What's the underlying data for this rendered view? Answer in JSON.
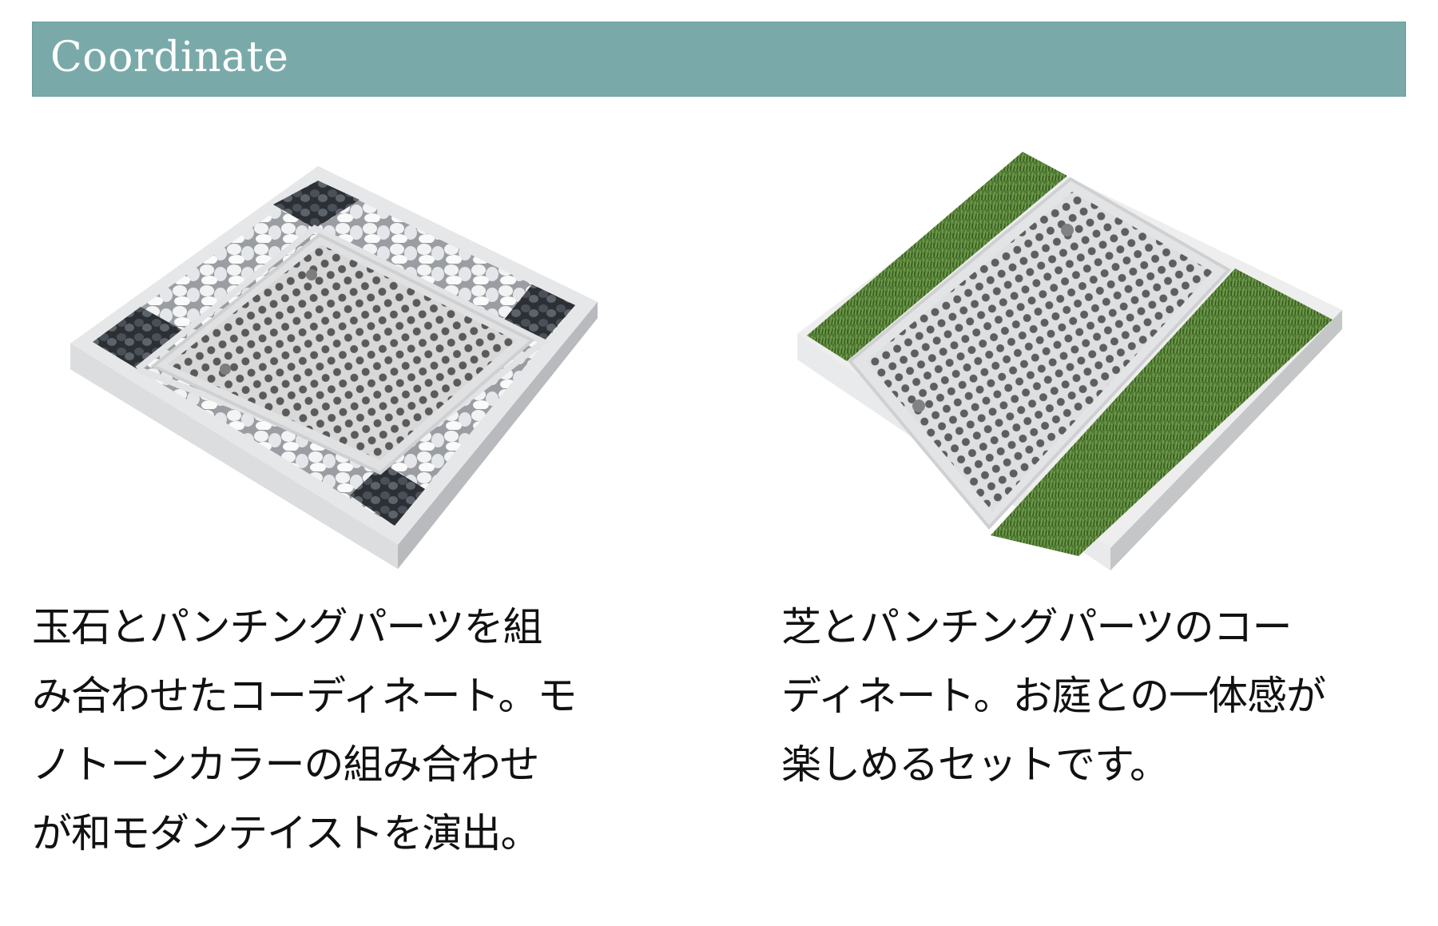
{
  "header": {
    "title": "Coordinate",
    "background_color": "#79aaa9"
  },
  "products": [
    {
      "name": "stone-punching-set",
      "image_alt": "Square tray with punched stainless panel surrounded by white and black river stones",
      "description_lines": [
        "玉石とパンチングパーツを組",
        "み合わせたコーディネート。モ",
        "ノトーンカラーの組み合わせ",
        "が和モダンテイストを演出。"
      ]
    },
    {
      "name": "grass-punching-set",
      "image_alt": "Square tray with punched stainless panel flanked by two strips of artificial grass",
      "description_lines": [
        "芝とパンチングパーツのコー",
        "ディネート。お庭との一体感が",
        "楽しめるセットです。"
      ]
    }
  ]
}
